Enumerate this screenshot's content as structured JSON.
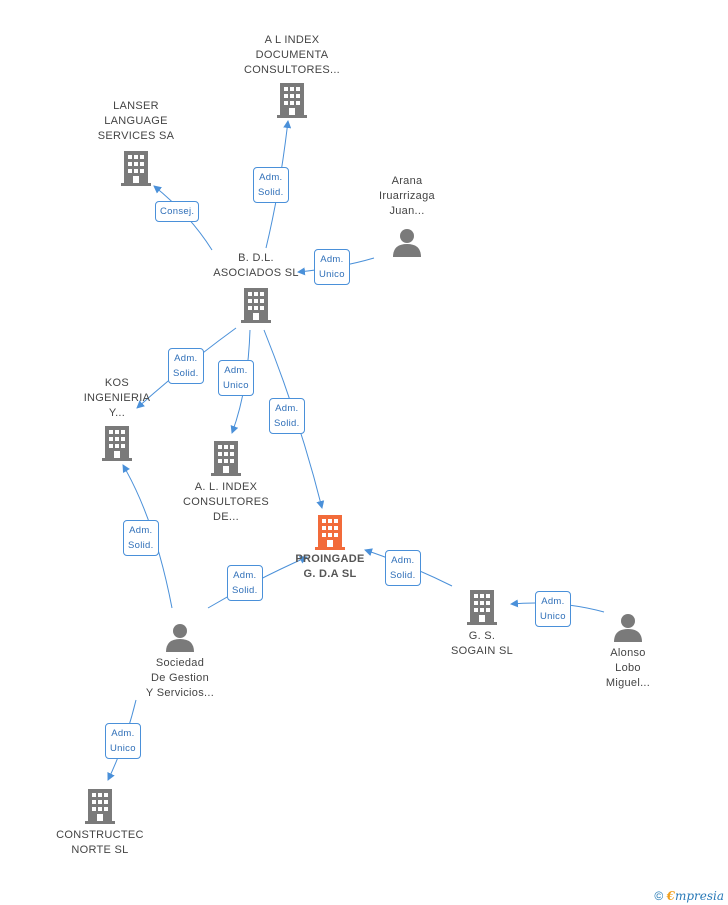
{
  "colors": {
    "edge": "#4a90d9",
    "building": "#7a7a7a",
    "person": "#7a7a7a",
    "main_building": "#f26b3a"
  },
  "nodes": {
    "a_l_index_documenta": {
      "lines": [
        "A L INDEX",
        "DOCUMENTA",
        "CONSULTORES..."
      ],
      "icon": "building-icon"
    },
    "lanser": {
      "lines": [
        "LANSER",
        "LANGUAGE",
        "SERVICES SA"
      ],
      "icon": "building-icon"
    },
    "arana": {
      "lines": [
        "Arana",
        "Iruarrizaga",
        "Juan..."
      ],
      "icon": "person-icon"
    },
    "bdl": {
      "lines": [
        "B. D.L.",
        "ASOCIADOS SL"
      ],
      "icon": "building-icon"
    },
    "kos": {
      "lines": [
        "KOS",
        "INGENIERIA",
        "Y..."
      ],
      "icon": "building-icon"
    },
    "a_l_index_consultores": {
      "lines": [
        "A. L. INDEX",
        "CONSULTORES",
        "DE..."
      ],
      "icon": "building-icon"
    },
    "proingade": {
      "lines": [
        "PROINGADE",
        "G. D.A SL"
      ],
      "icon": "building-icon"
    },
    "sogain": {
      "lines": [
        "G. S.",
        "SOGAIN SL"
      ],
      "icon": "building-icon"
    },
    "alonso": {
      "lines": [
        "Alonso",
        "Lobo",
        "Miguel..."
      ],
      "icon": "person-icon"
    },
    "sociedad": {
      "lines": [
        "Sociedad",
        "De Gestion",
        "Y Servicios..."
      ],
      "icon": "person-icon"
    },
    "constructec": {
      "lines": [
        "CONSTRUCTEC",
        "NORTE SL"
      ],
      "icon": "building-icon"
    }
  },
  "edges": {
    "bdl_to_documenta": [
      "Adm.",
      "Solid."
    ],
    "bdl_to_lanser": [
      "Consej."
    ],
    "arana_to_bdl": [
      "Adm.",
      "Unico"
    ],
    "bdl_to_kos": [
      "Adm.",
      "Solid."
    ],
    "bdl_to_consultores": [
      "Adm.",
      "Unico"
    ],
    "bdl_to_proingade": [
      "Adm.",
      "Solid."
    ],
    "sociedad_to_kos": [
      "Adm.",
      "Solid."
    ],
    "sociedad_to_proingade": [
      "Adm.",
      "Solid."
    ],
    "sogain_to_proingade": [
      "Adm.",
      "Solid."
    ],
    "alonso_to_sogain": [
      "Adm.",
      "Unico"
    ],
    "sociedad_to_constructec": [
      "Adm.",
      "Unico"
    ]
  },
  "footer": {
    "copyright": "©",
    "brand_initial": "€",
    "brand_rest": "mpresia"
  }
}
